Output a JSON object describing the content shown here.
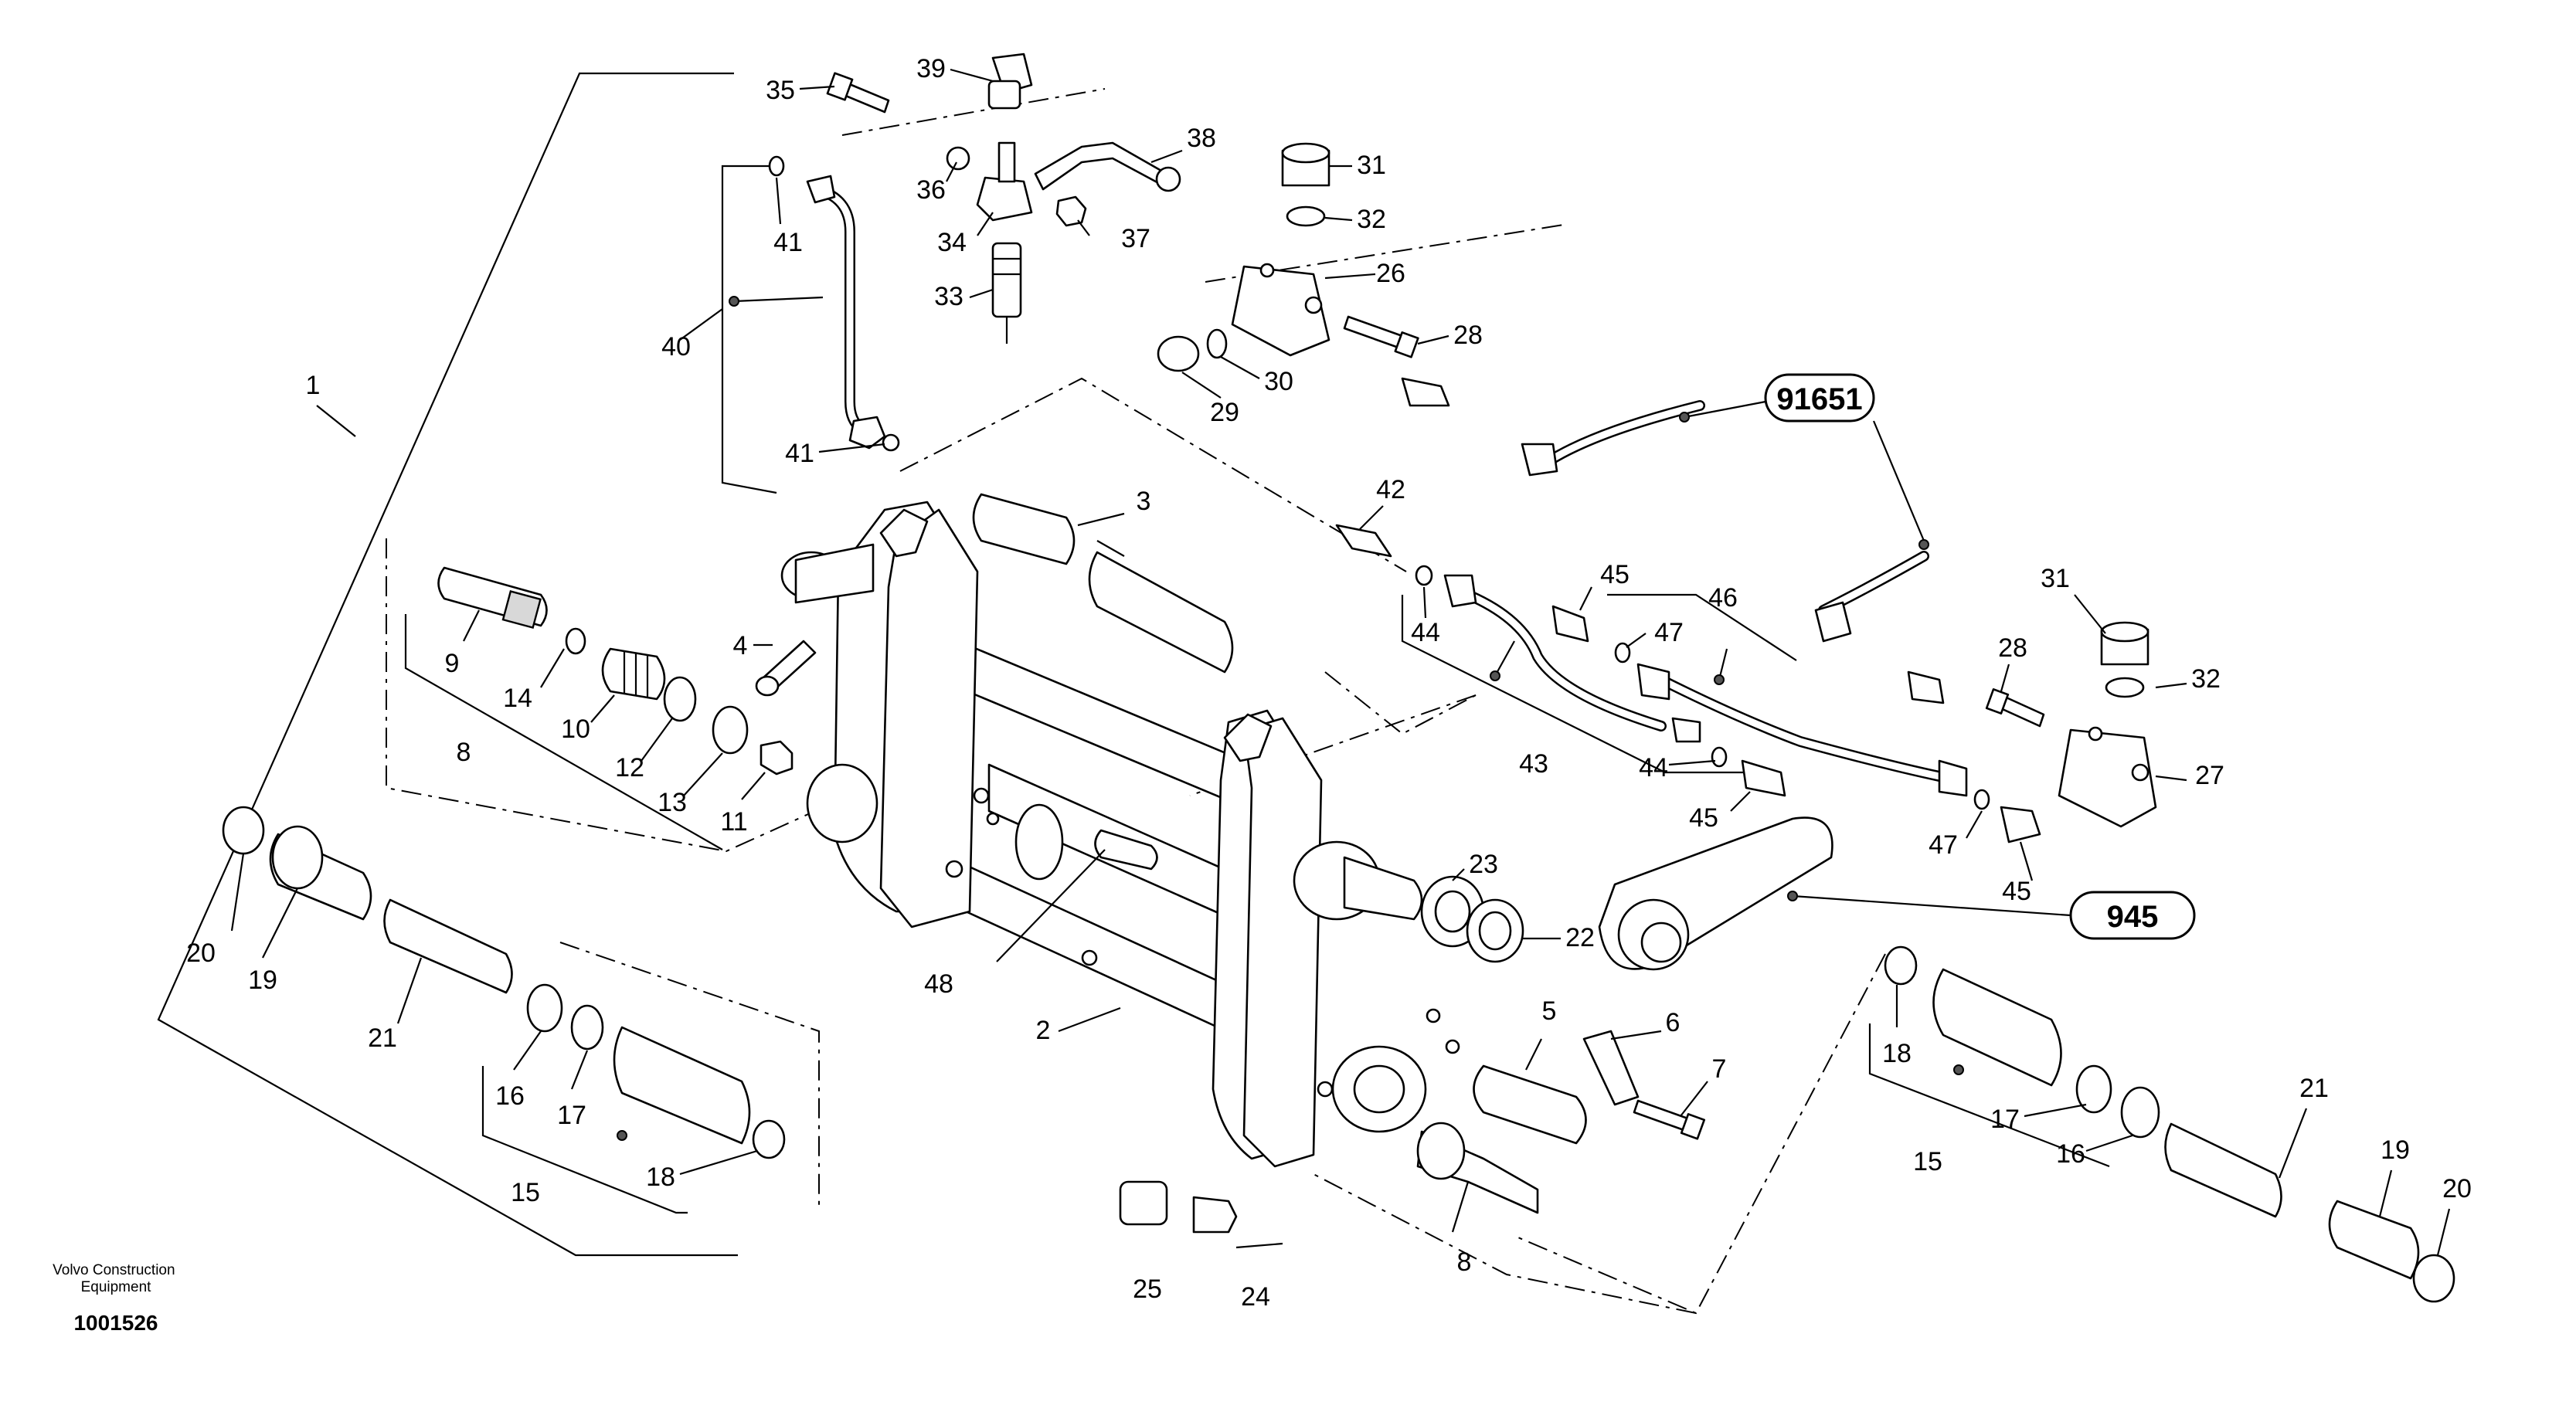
{
  "diagram": {
    "brand": "Volvo Construction\nEquipment",
    "doc_id": "1001526",
    "references": [
      "91651",
      "945"
    ],
    "labels": {
      "p1": "1",
      "p2": "2",
      "p3": "3",
      "p4": "4",
      "p5": "5",
      "p6": "6",
      "p7": "7",
      "p8a": "8",
      "p8b": "8",
      "p9": "9",
      "p10": "10",
      "p11": "11",
      "p12": "12",
      "p13": "13",
      "p14": "14",
      "p15a": "15",
      "p15b": "15",
      "p16a": "16",
      "p16b": "16",
      "p17a": "17",
      "p17b": "17",
      "p18a": "18",
      "p18b": "18",
      "p19a": "19",
      "p19b": "19",
      "p20a": "20",
      "p20b": "20",
      "p21a": "21",
      "p21b": "21",
      "p22": "22",
      "p23": "23",
      "p24": "24",
      "p25": "25",
      "p26": "26",
      "p27": "27",
      "p28a": "28",
      "p28b": "28",
      "p29": "29",
      "p30": "30",
      "p31a": "31",
      "p31b": "31",
      "p32a": "32",
      "p32b": "32",
      "p33": "33",
      "p34": "34",
      "p35": "35",
      "p36": "36",
      "p37": "37",
      "p38": "38",
      "p39": "39",
      "p40": "40",
      "p41a": "41",
      "p41b": "41",
      "p42": "42",
      "p43": "43",
      "p44a": "44",
      "p44b": "44",
      "p45a": "45",
      "p45b": "45",
      "p45c": "45",
      "p46": "46",
      "p47a": "47",
      "p47b": "47",
      "p48": "48"
    }
  }
}
